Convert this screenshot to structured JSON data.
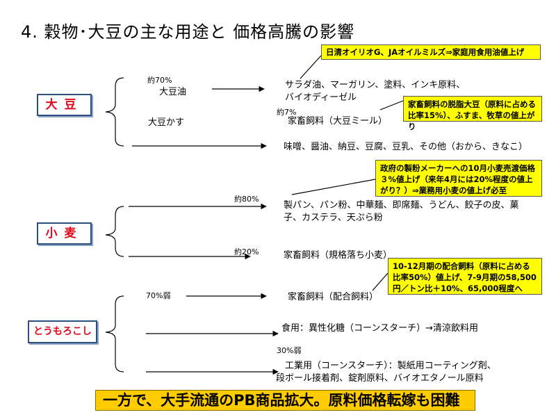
{
  "title": "4. 穀物･大豆の主な用途と 価格高騰の影響",
  "categories": {
    "daizu": "大豆",
    "komugi": "小麦",
    "corn": "とうもろこし"
  },
  "daizu": {
    "pct_oil": "約70%",
    "oil_label": "大豆油",
    "oil_use_line1": "サラダ油、マーガリン、塗料、インキ原料、",
    "oil_use_line2": "バイオディーゼル",
    "meal_label": "大豆かす",
    "pct_meal": "約7%",
    "meal_use": "家畜飼料（大豆ミール）",
    "other_use": "味噌、醤油、納豆、豆腐、豆乳、その他（おから、きなこ）"
  },
  "komugi": {
    "pct_food": "約80%",
    "food_use_line1": "製パン、パン粉、中華麺、即席麺、うどん、餃子の皮、菓",
    "food_use_line2": "子、カステラ、天ぷら粉",
    "pct_feed": "約20%",
    "feed_use": "家畜飼料（規格落ち小麦）"
  },
  "corn": {
    "pct_feed": "70%弱",
    "feed_use": "家畜飼料（配合飼料）",
    "food_use": "食用：異性化糖（コーンスターチ）→清涼飲料用",
    "pct_ind": "30%弱",
    "ind_use_line1": "工業用（コーンスターチ）：製紙用コーティング剤、",
    "ind_use_line2": "段ボール接着剤、錠剤原料、バイオエタノール原料"
  },
  "notes": {
    "oil": "日清オイリオG、JAオイルミルズ⇒家庭用食用油値上げ",
    "soy_feed": "家畜飼料の脱脂大豆（原料に占める比率15%）、ふすま、牧草の値上がり",
    "wheat": "政府の製粉メーカーへの10月小麦売渡価格３%値上げ（来年4月には20%程度の値上がり？）⇒業務用小麦の値上げ必至",
    "corn": "10-12月期の配合飼料（原料に占める比率50%）値上げ、7-9月期の58,500円／トン比＋10%、65,000程度へ"
  },
  "banner": "一方で、大手流通のPB商品拡大。原料価格転嫁も困難",
  "colors": {
    "category_text": "#e3071c",
    "category_border": "#2a4f7f",
    "note_bg": "#ffff00",
    "banner_bg": "#ffcc00"
  }
}
